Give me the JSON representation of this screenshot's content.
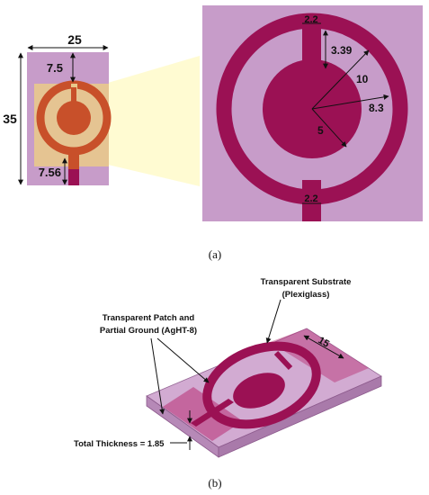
{
  "panel_a": {
    "caption": "(a)",
    "small_view": {
      "width_label": "25",
      "height_label": "35",
      "top_gap_label": "7.5",
      "feed_length_label": "7.56"
    },
    "zoom_view": {
      "gap_top_label": "2.2",
      "gap_bottom_label": "2.2",
      "slot_length_label": "3.39",
      "outer_radius_label": "10",
      "inner_ring_radius_label": "8.3",
      "patch_radius_label": "5"
    }
  },
  "panel_b": {
    "caption": "(b)",
    "substrate_label_line1": "Transparent  Substrate",
    "substrate_label_line2": "(Plexiglass)",
    "patch_label_line1": "Transparent  Patch and",
    "patch_label_line2": "Partial Ground  (AgHT-8)",
    "thickness_label": "Total Thickness = 1.85",
    "depth_label": "15"
  },
  "colors": {
    "substrate": "#c79cc9",
    "metal": "#9b1154",
    "overlay_orange": "#c8502a",
    "overlay_tan": "#e8c98c",
    "highlight_yellow": "#fffbd0"
  }
}
